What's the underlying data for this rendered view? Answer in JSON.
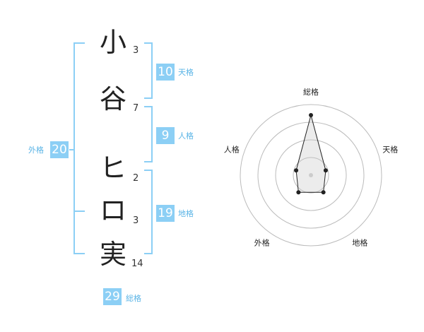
{
  "name": {
    "chars": [
      {
        "char": "小",
        "strokes": "3"
      },
      {
        "char": "谷",
        "strokes": "7"
      },
      {
        "char": "ヒ",
        "strokes": "2"
      },
      {
        "char": "ロ",
        "strokes": "3"
      },
      {
        "char": "実",
        "strokes": "14"
      }
    ]
  },
  "kakusu": {
    "tenkaku": {
      "value": "10",
      "label": "天格"
    },
    "jinkaku": {
      "value": "9",
      "label": "人格"
    },
    "chikaku": {
      "value": "19",
      "label": "地格"
    },
    "gaikaku": {
      "value": "20",
      "label": "外格"
    },
    "soukaku": {
      "value": "29",
      "label": "総格"
    }
  },
  "colors": {
    "accent": "#8ccff5",
    "label": "#5ab4e6",
    "text": "#222222"
  },
  "chart_data": {
    "type": "radar",
    "axes": [
      "総格",
      "天格",
      "地格",
      "外格",
      "人格"
    ],
    "values": [
      0.85,
      0.22,
      0.3,
      0.3,
      0.22
    ],
    "rings": 4,
    "range": [
      0,
      1
    ]
  }
}
